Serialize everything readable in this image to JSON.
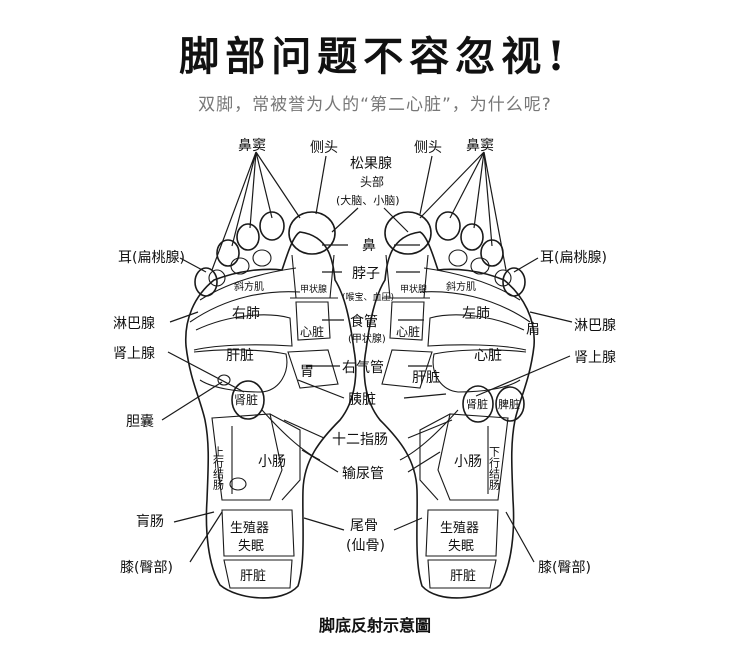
{
  "header": {
    "title": "脚部问题不容忽视!",
    "subtitle": "双脚，常被誉为人的“第二心脏”，为什么呢?"
  },
  "caption": "脚底反射示意圖",
  "labels": {
    "nasal_sinus": "鼻窦",
    "side_head": "侧头",
    "pineal": "松果腺",
    "head": "头部",
    "brain": "(大脑、小脑)",
    "nose": "鼻",
    "neck": "脖子",
    "ear_tonsil": "耳(扁桃腺)",
    "trapezius": "斜方肌",
    "thyroid": "甲状腺",
    "parathyroid": "(喉宝、血压)",
    "esophagus": "食管",
    "parathyroid2": "(甲状腺)",
    "lymph": "淋巴腺",
    "lung_r": "右肺",
    "lung_l": "左肺",
    "shoulder": "肩",
    "heart": "心脏",
    "adrenal": "肾上腺",
    "liver": "肝脏",
    "stomach": "胃",
    "trachea": "右气管",
    "gallbladder": "胆囊",
    "kidney": "肾脏",
    "spleen": "脾脏",
    "pancreas": "胰脏",
    "duodenum": "十二指肠",
    "ascending_colon": "上行结肠",
    "small_intestine": "小肠",
    "ureter": "输尿管",
    "descending_colon": "下行结肠",
    "appendix": "肓肠",
    "coccyx": "尾骨",
    "sacrum": "(仙骨)",
    "reproductive": "生殖器",
    "insomnia": "失眠",
    "knee": "膝(臀部)",
    "heel_liver": "肝脏"
  }
}
